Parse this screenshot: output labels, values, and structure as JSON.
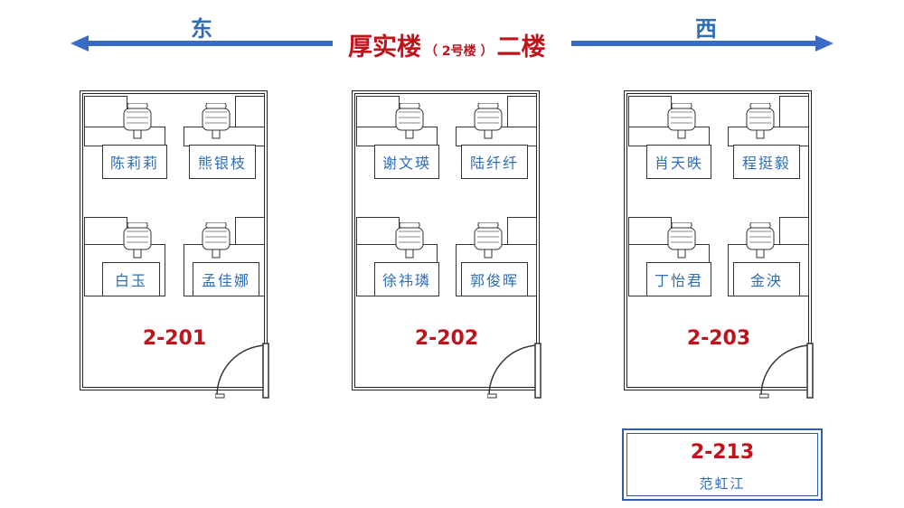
{
  "header": {
    "east_label": "东",
    "west_label": "西",
    "title_main": "厚实楼",
    "title_sub": "（ 2号楼 ）",
    "title_floor": "二楼",
    "arrow_color": "#3a6bc4",
    "title_color": "#c0141c"
  },
  "rooms": [
    {
      "number": "2-201",
      "occupants": [
        "陈莉莉",
        "熊银枝",
        "白玉",
        "孟佳娜"
      ]
    },
    {
      "number": "2-202",
      "occupants": [
        "谢文瑛",
        "陆纤纤",
        "徐祎璘",
        "郭俊晖"
      ]
    },
    {
      "number": "2-203",
      "occupants": [
        "肖天昳",
        "程挺毅",
        "丁怡君",
        "金泱"
      ]
    }
  ],
  "extra_room": {
    "number": "2-213",
    "occupant": "范虹江"
  }
}
